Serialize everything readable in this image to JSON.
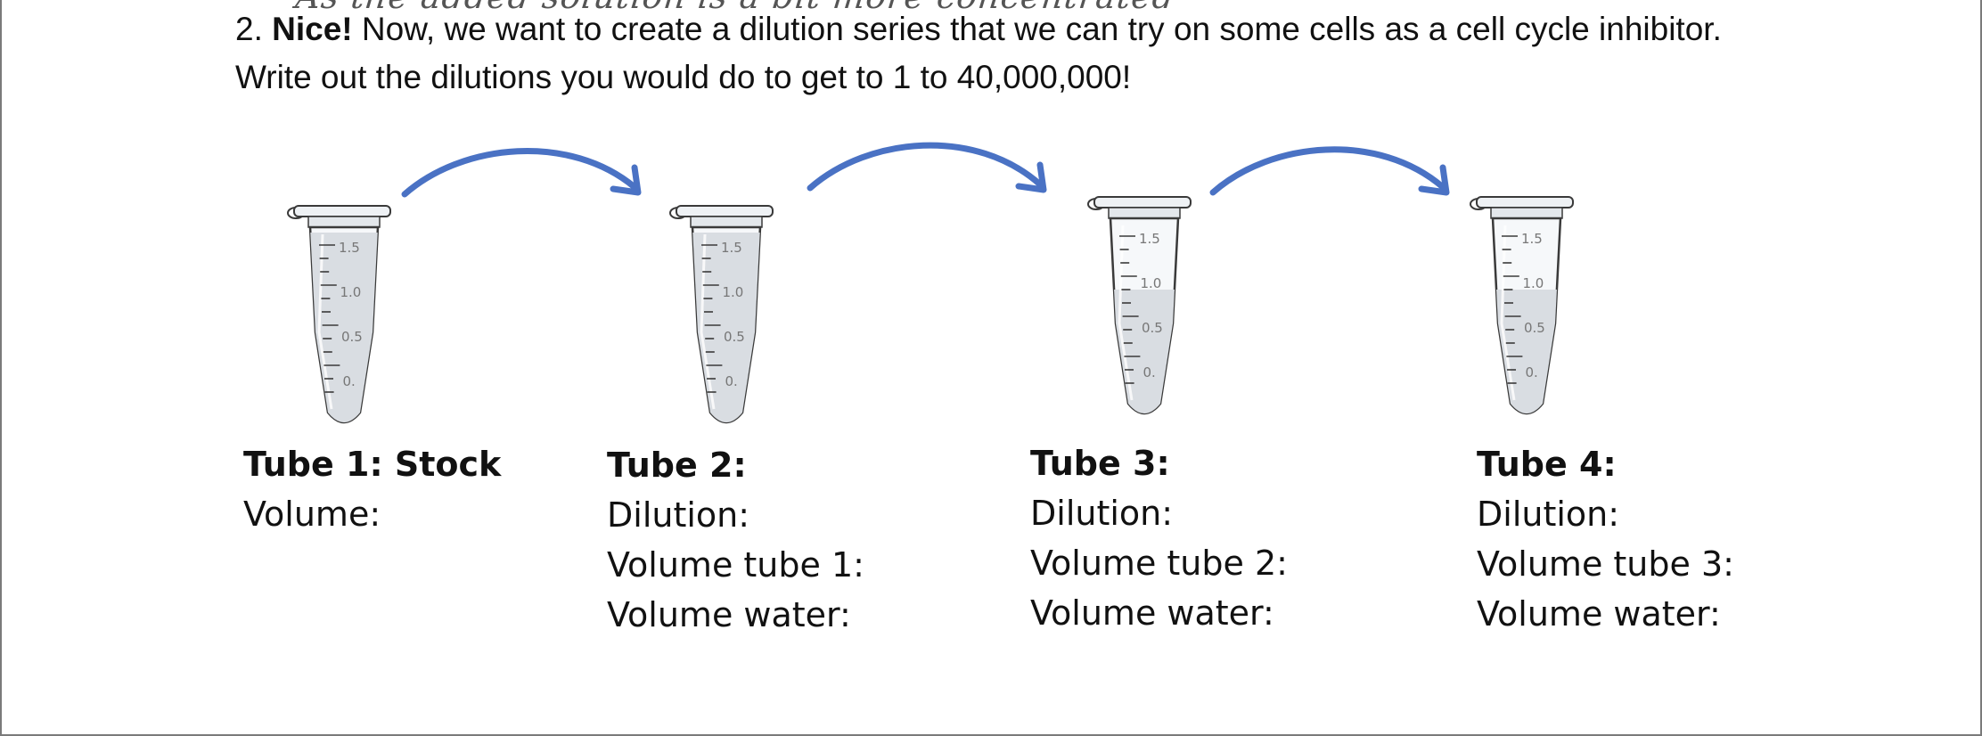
{
  "question": {
    "number": "2.",
    "emphasis": "Nice!",
    "text": " Now, we want to create a dilution series that we can try on some cells as a cell cycle inhibitor. Write out the dilutions you would do to get to 1 to 40,000,000!"
  },
  "tubes": [
    {
      "title": "Tube 1: Stock",
      "lines": [
        "Volume:"
      ]
    },
    {
      "title": "Tube 2:",
      "lines": [
        "Dilution:",
        "Volume tube 1:",
        "Volume water:"
      ]
    },
    {
      "title": "Tube 3:",
      "lines": [
        "Dilution:",
        "Volume tube 2:",
        "Volume water:"
      ]
    },
    {
      "title": "Tube 4:",
      "lines": [
        "Dilution:",
        "Volume tube 3:",
        "Volume water:"
      ]
    }
  ],
  "tube_graduations": [
    "1.5",
    "1.0",
    "0.5",
    "0."
  ],
  "colors": {
    "arrow": "#4a72c4",
    "text": "#111111",
    "tube_outline": "#3a3a3a",
    "tube_fill": "#d9dde2"
  },
  "icons": [
    "microcentrifuge-tube-icon",
    "curved-arrow-icon"
  ]
}
